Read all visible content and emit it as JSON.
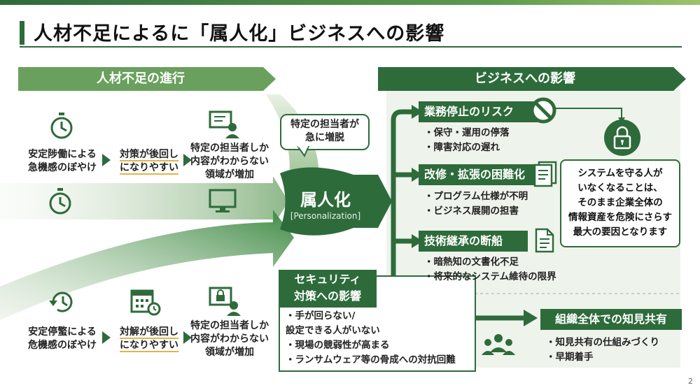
{
  "title": "人材不足によるに「属人化」ビジネスへの影響",
  "left_banner": "人材不足の進行",
  "right_banner": "ビジネスへの影響",
  "row1": {
    "item1": "安定陟働による\n急機感のぼやけ",
    "item2": "対策が後回し\nになりやすい",
    "item3": "特定の担当者しか\n内容がわからない\n領域が増加"
  },
  "row2": {
    "item1": "安定停蟼による\n危機感のぼやけ",
    "item2": "対解が後回し\nになりやすい",
    "item3": "特定の担当者しか\n内容がわからない\n領域が増加"
  },
  "callout_top": "特定の担当者が\n急に増脱",
  "center": {
    "label": "属人化",
    "sub": "[Personalization]"
  },
  "security": {
    "title": "セキュリティ\n対策への影響",
    "bullets": [
      "手が回らない/\n設定できる人がいない",
      "現場の競弱性が高まる",
      "ランサムウェア等の骨成への対抗回難"
    ]
  },
  "impacts": [
    {
      "title": "業務停止のリスク",
      "bullets": [
        "保守・運用の停落",
        "障害対応の遅れ"
      ]
    },
    {
      "title": "改修・拡張の困難化",
      "bullets": [
        "プログラム仕様が不明",
        "ビジネス展開の担害"
      ]
    },
    {
      "title": "技術継承の断船",
      "bullets": [
        "暗熱知の文書化不足",
        "将来的なシステム維待の限界"
      ]
    }
  ],
  "summary": "システムを守る人が\nいなくなることは、\nそのまま企業全体の\n情報資産を危険にさらす\n最大の要因となります",
  "knowledge": {
    "title": "組織全体での知見共有",
    "bullets": [
      "知見共有の仕組みづくり",
      "早期着手"
    ]
  },
  "page_number": "2",
  "colors": {
    "primary": "#2e6b3b",
    "light": "#e8f0e4",
    "accent": "#e3b44a"
  },
  "icons": [
    "stopwatch-icon",
    "monitor-person-icon",
    "screen-icon",
    "history-clock-icon",
    "calendar-clock-icon",
    "lock-screen-person-icon",
    "prohibited-icon",
    "padlock-icon",
    "document-stack-icon",
    "document-icon",
    "group-icon"
  ]
}
